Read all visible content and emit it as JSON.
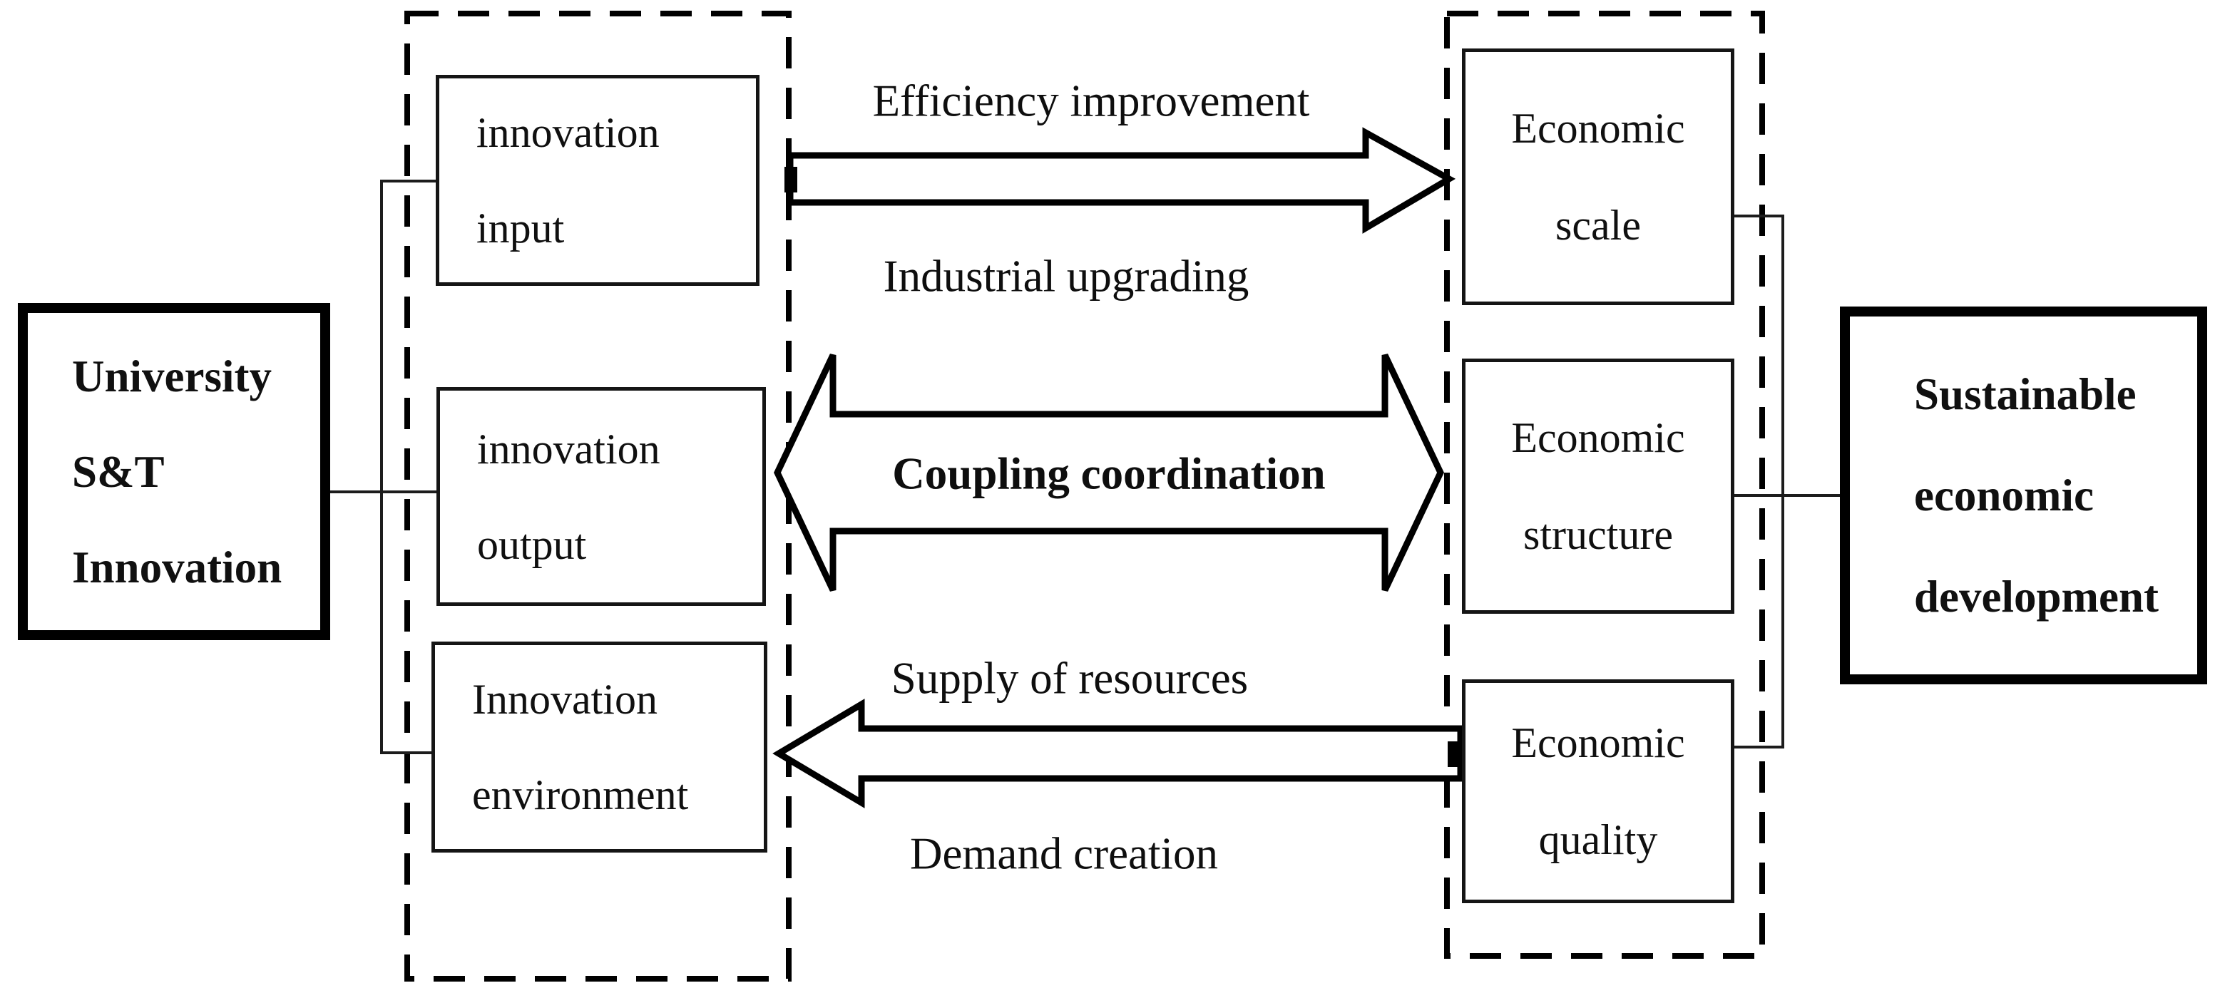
{
  "diagram": {
    "title_hint": "Coupling relationship between university S&T innovation and sustainable economic development",
    "colors": {
      "ink": "#0e0e0e",
      "background": "#ffffff"
    },
    "left_box": {
      "lines": [
        "University",
        "S&T",
        "Innovation"
      ]
    },
    "innovation_group": {
      "input": {
        "lines": [
          "innovation",
          "input"
        ]
      },
      "output": {
        "lines": [
          "innovation",
          "output"
        ]
      },
      "environment": {
        "lines": [
          "Innovation",
          "environment"
        ]
      }
    },
    "economic_group": {
      "scale": {
        "lines": [
          "Economic",
          "scale"
        ]
      },
      "structure": {
        "lines": [
          "Economic",
          "structure"
        ]
      },
      "quality": {
        "lines": [
          "Economic",
          "quality"
        ]
      }
    },
    "right_box": {
      "lines": [
        "Sustainable",
        "economic",
        "development"
      ]
    },
    "labels": {
      "efficiency": "Efficiency improvement",
      "industrial": "Industrial upgrading",
      "coupling": "Coupling coordination",
      "supply": "Supply of resources",
      "demand": "Demand creation"
    }
  }
}
